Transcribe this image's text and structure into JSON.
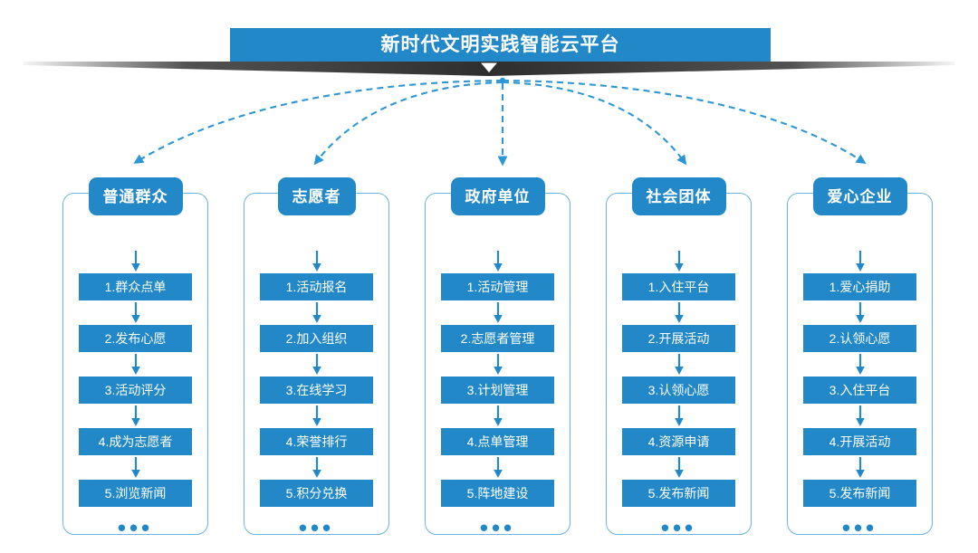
{
  "banner": {
    "title": "新时代文明实践智能云平台",
    "bar_color": "#2288c8",
    "shadow_color": "#333333",
    "title_color": "#ffffff"
  },
  "theme": {
    "accent": "#2288c8",
    "card_border": "#6cb6e0",
    "arrow": "#2288c8",
    "connector": "#2e96d4",
    "background": "#ffffff"
  },
  "ellipsis": "•••",
  "columns": [
    {
      "id": "ordinary-public",
      "header": "普通群众",
      "items": [
        "1.群众点单",
        "2.发布心愿",
        "3.活动评分",
        "4.成为志愿者",
        "5.浏览新闻"
      ]
    },
    {
      "id": "volunteer",
      "header": "志愿者",
      "items": [
        "1.活动报名",
        "2.加入组织",
        "3.在线学习",
        "4.荣誉排行",
        "5.积分兑换"
      ]
    },
    {
      "id": "government-unit",
      "header": "政府单位",
      "items": [
        "1.活动管理",
        "2.志愿者管理",
        "3.计划管理",
        "4.点单管理",
        "5.阵地建设"
      ]
    },
    {
      "id": "social-group",
      "header": "社会团体",
      "items": [
        "1.入住平台",
        "2.开展活动",
        "3.认领心愿",
        "4.资源申请",
        "5.发布新闻"
      ]
    },
    {
      "id": "caring-enterprise",
      "header": "爱心企业",
      "items": [
        "1.爱心捐助",
        "2.认领心愿",
        "3.入住平台",
        "4.开展活动",
        "5.发布新闻"
      ]
    }
  ]
}
